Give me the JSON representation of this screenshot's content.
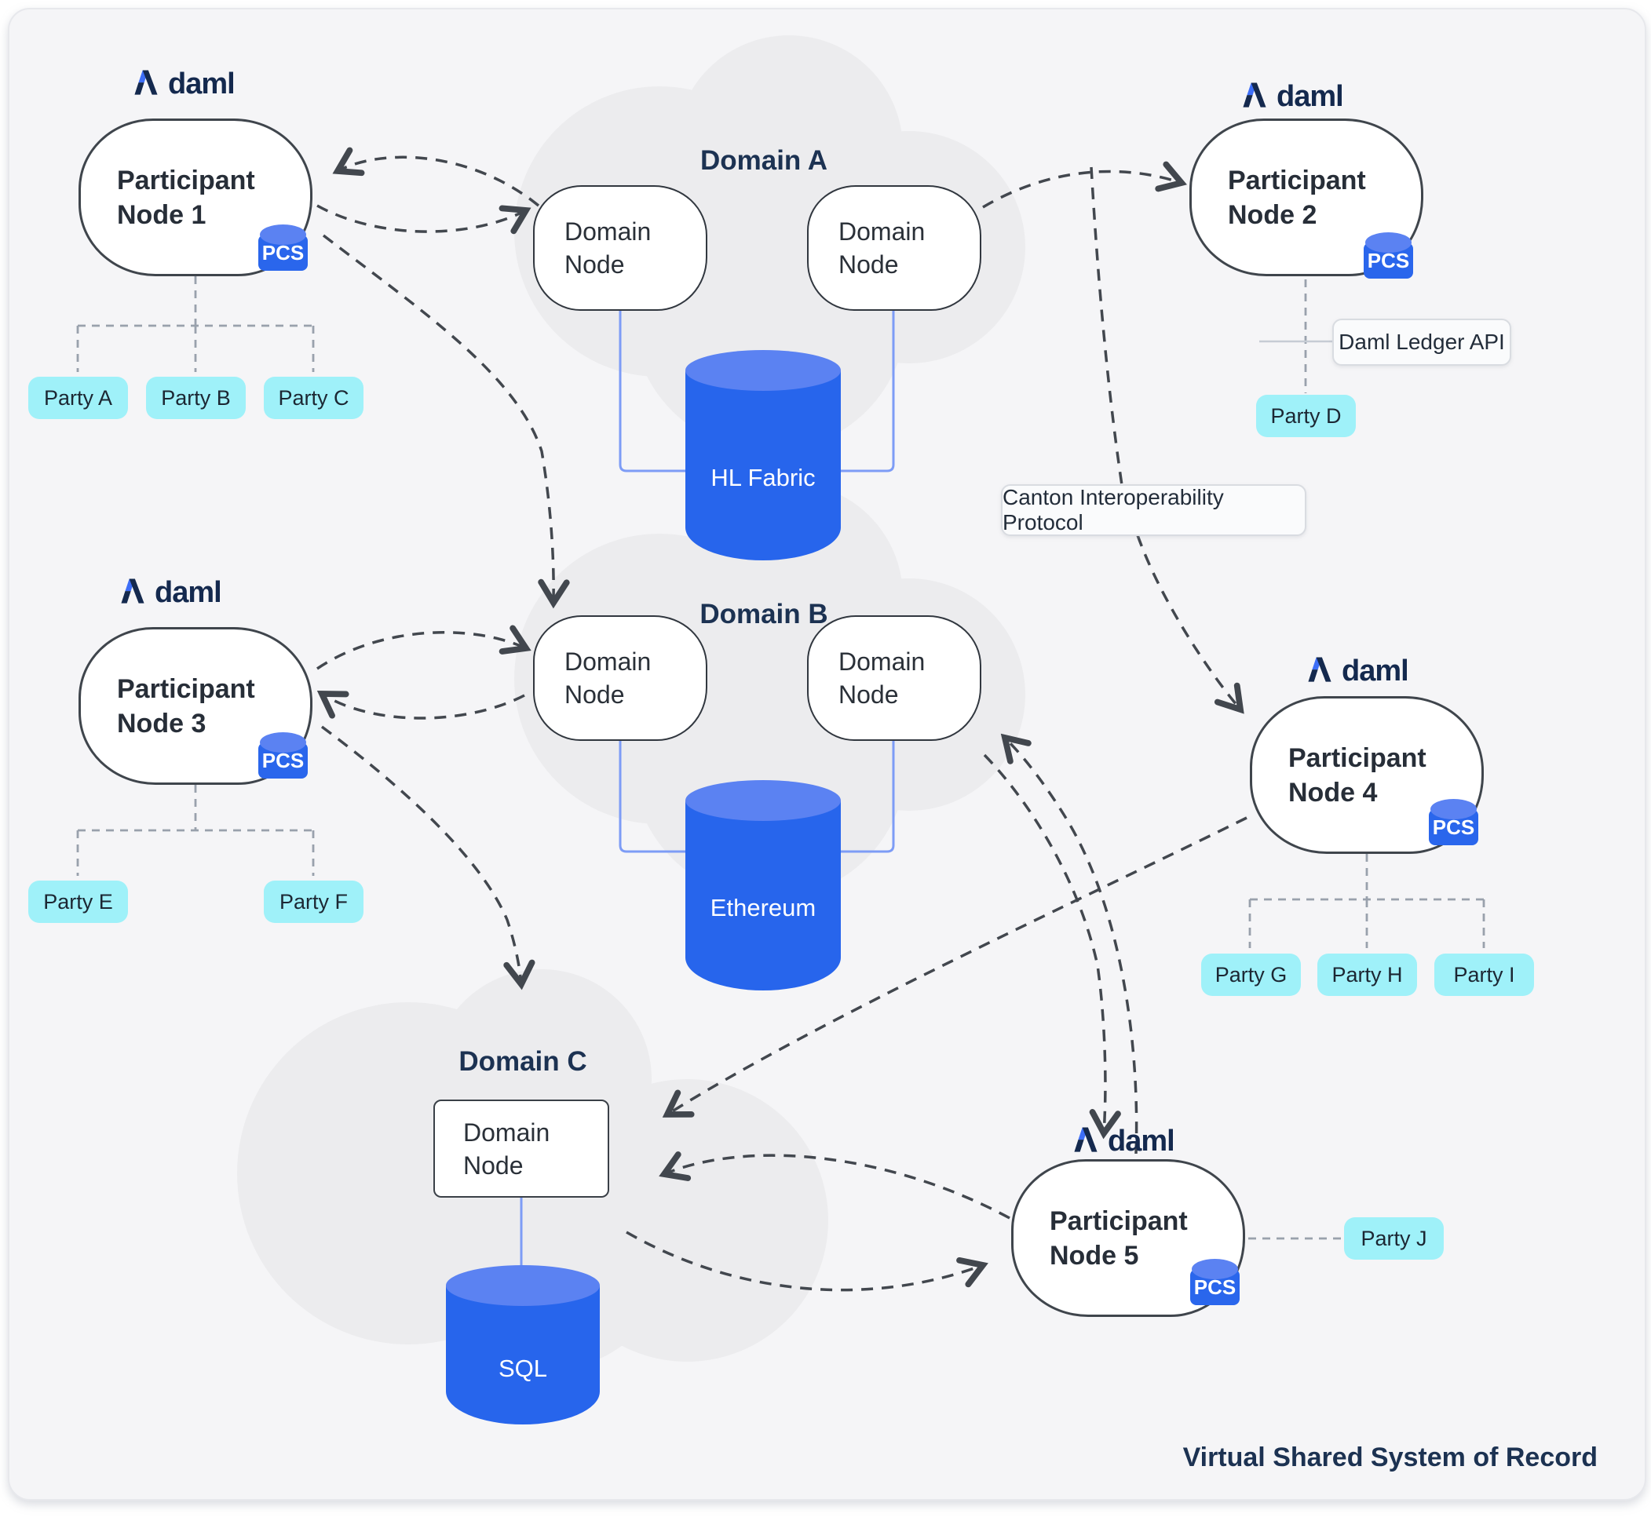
{
  "diagram": {
    "footer": "Virtual Shared System of Record",
    "daml_logo_text": "daml",
    "pcs_label": "PCS",
    "domain_node_label": "Domain Node",
    "canton_label": "Canton Interoperability Protocol",
    "ledger_api_label": "Daml Ledger API",
    "participants": [
      {
        "label": "Participant Node 1",
        "parties": [
          "Party A",
          "Party B",
          "Party C"
        ]
      },
      {
        "label": "Participant Node 2",
        "parties": [
          "Party D"
        ]
      },
      {
        "label": "Participant Node 3",
        "parties": [
          "Party E",
          "Party F"
        ]
      },
      {
        "label": "Participant Node 4",
        "parties": [
          "Party G",
          "Party H",
          "Party I"
        ]
      },
      {
        "label": "Participant Node 5",
        "parties": [
          "Party J"
        ]
      }
    ],
    "domains": [
      {
        "title": "Domain A",
        "ledger": "HL Fabric"
      },
      {
        "title": "Domain B",
        "ledger": "Ethereum"
      },
      {
        "title": "Domain C",
        "ledger": "SQL"
      }
    ],
    "colors": {
      "accent_blue": "#2765ec",
      "cylinder_top": "#5b82f2",
      "party_cyan": "#9ff1f9",
      "navy": "#1c3252",
      "arrow_dark": "#42474e",
      "connector_blue": "#7d9cf6"
    }
  }
}
